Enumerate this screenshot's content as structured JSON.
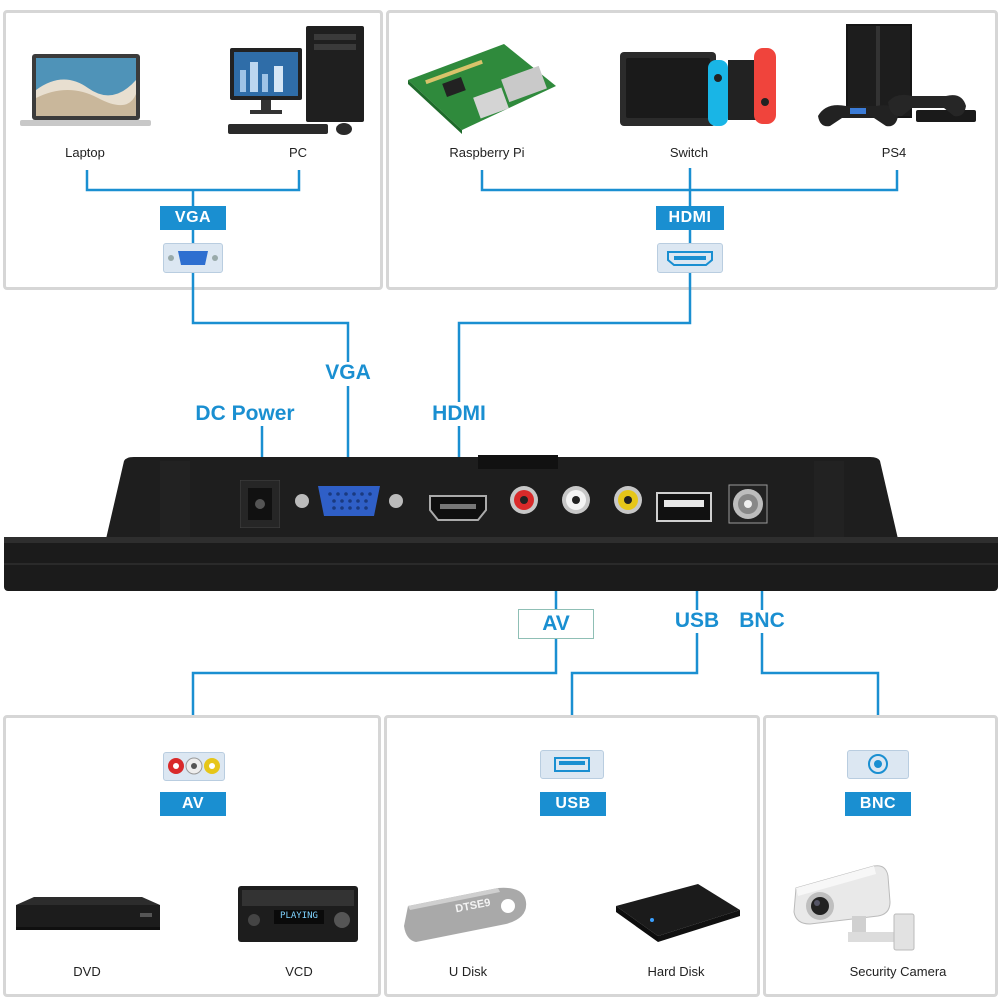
{
  "top_left_panel": {
    "devices": [
      {
        "label": "Laptop"
      },
      {
        "label": "PC"
      }
    ],
    "tag": "VGA"
  },
  "top_right_panel": {
    "devices": [
      {
        "label": "Raspberry Pi"
      },
      {
        "label": "Switch"
      },
      {
        "label": "PS4"
      }
    ],
    "tag": "HDMI"
  },
  "monitor_ports": {
    "vga": "VGA",
    "dc_power": "DC Power",
    "hdmi": "HDMI",
    "av": "AV",
    "usb": "USB",
    "bnc": "BNC"
  },
  "bottom_left_panel": {
    "tag": "AV",
    "devices": [
      {
        "label": "DVD"
      },
      {
        "label": "VCD"
      }
    ],
    "vcd_display": "PLAYING"
  },
  "bottom_middle_panel": {
    "tag": "USB",
    "devices": [
      {
        "label": "U Disk"
      },
      {
        "label": "Hard Disk"
      }
    ],
    "udisk_brand": "DTSE9"
  },
  "bottom_right_panel": {
    "tag": "BNC",
    "devices": [
      {
        "label": "Security Camera"
      }
    ]
  },
  "colors": {
    "accent": "#1a8fd1",
    "panel_border": "#d6d6d6",
    "port_box": "#dce7f2",
    "monitor": "#1c1c1c"
  }
}
